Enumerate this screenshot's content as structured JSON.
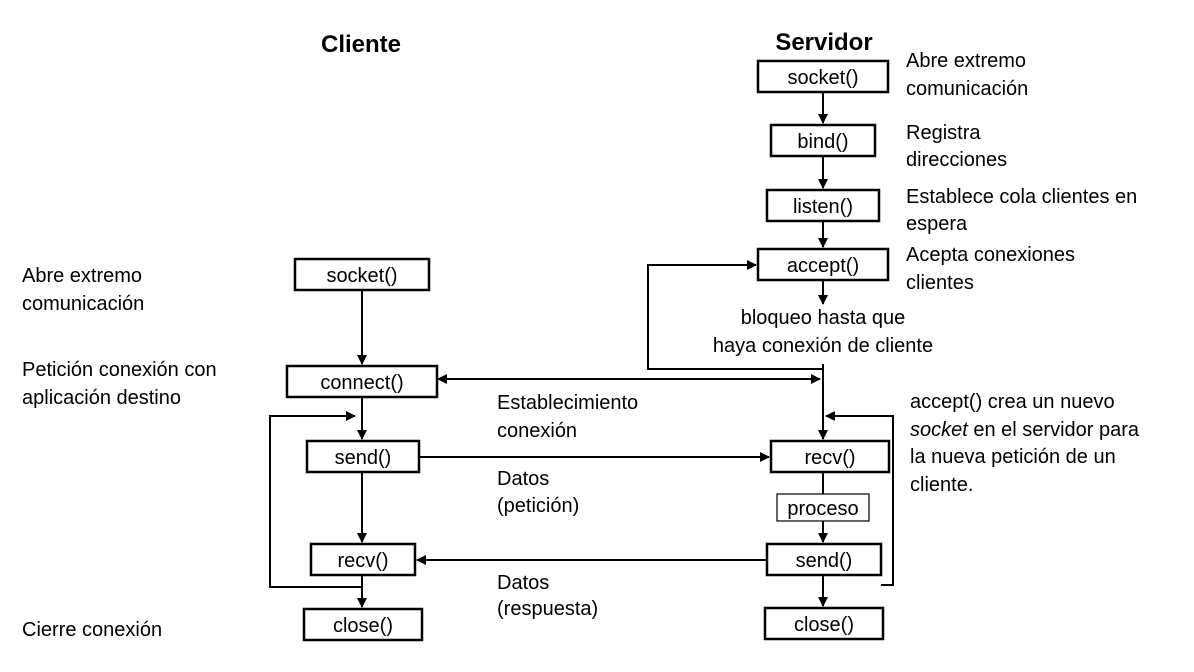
{
  "headers": {
    "client": "Cliente",
    "server": "Servidor"
  },
  "client": {
    "socket": "socket()",
    "connect": "connect()",
    "send": "send()",
    "recv": "recv()",
    "close": "close()"
  },
  "server": {
    "socket": "socket()",
    "bind": "bind()",
    "listen": "listen()",
    "accept": "accept()",
    "recv": "recv()",
    "proceso": "proceso",
    "send": "send()",
    "close": "close()"
  },
  "notes_left": {
    "socket": [
      "Abre extremo",
      "comunicación"
    ],
    "connect": [
      "Petición conexión con",
      "aplicación destino"
    ],
    "close": "Cierre conexión"
  },
  "notes_right": {
    "socket": [
      "Abre extremo",
      "comunicación"
    ],
    "bind": [
      "Registra",
      "direcciones"
    ],
    "listen": [
      "Establece cola clientes en",
      "espera"
    ],
    "accept": [
      "Acepta conexiones",
      "clientes"
    ],
    "accept_new": {
      "line1": "accept() crea un nuevo",
      "line2_italic": "socket",
      "line2_rest": " en el servidor para",
      "line3": "la nueva petición de un",
      "line4": "cliente."
    }
  },
  "middle": {
    "blocking": [
      "bloqueo hasta que",
      "haya conexión de cliente"
    ],
    "establishment": [
      "Establecimiento",
      "conexión"
    ],
    "request": [
      "Datos",
      "(petición)"
    ],
    "response": [
      "Datos",
      "(respuesta)"
    ]
  }
}
